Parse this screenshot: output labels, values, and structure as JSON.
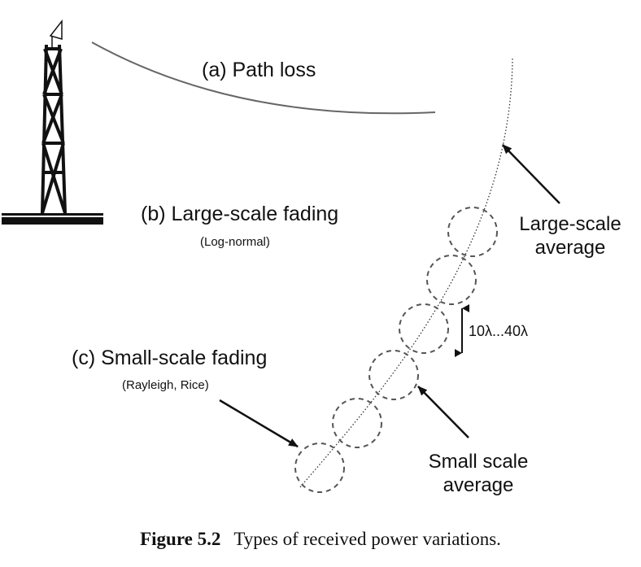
{
  "labels": {
    "path_loss": "(a) Path loss",
    "large_scale_fading": "(b) Large-scale fading",
    "large_scale_fading_sub": "(Log-normal)",
    "small_scale_fading": "(c) Small-scale fading",
    "small_scale_fading_sub": "(Rayleigh, Rice)",
    "large_scale_average_line1": "Large-scale",
    "large_scale_average_line2": "average",
    "small_scale_average_line1": "Small scale",
    "small_scale_average_line2": "average",
    "spacing": "10λ...40λ"
  },
  "caption": {
    "figure_number": "Figure 5.2",
    "text": "Types of received power variations."
  },
  "colors": {
    "line": "#111111",
    "curve": "#666666",
    "circle": "#555555"
  }
}
